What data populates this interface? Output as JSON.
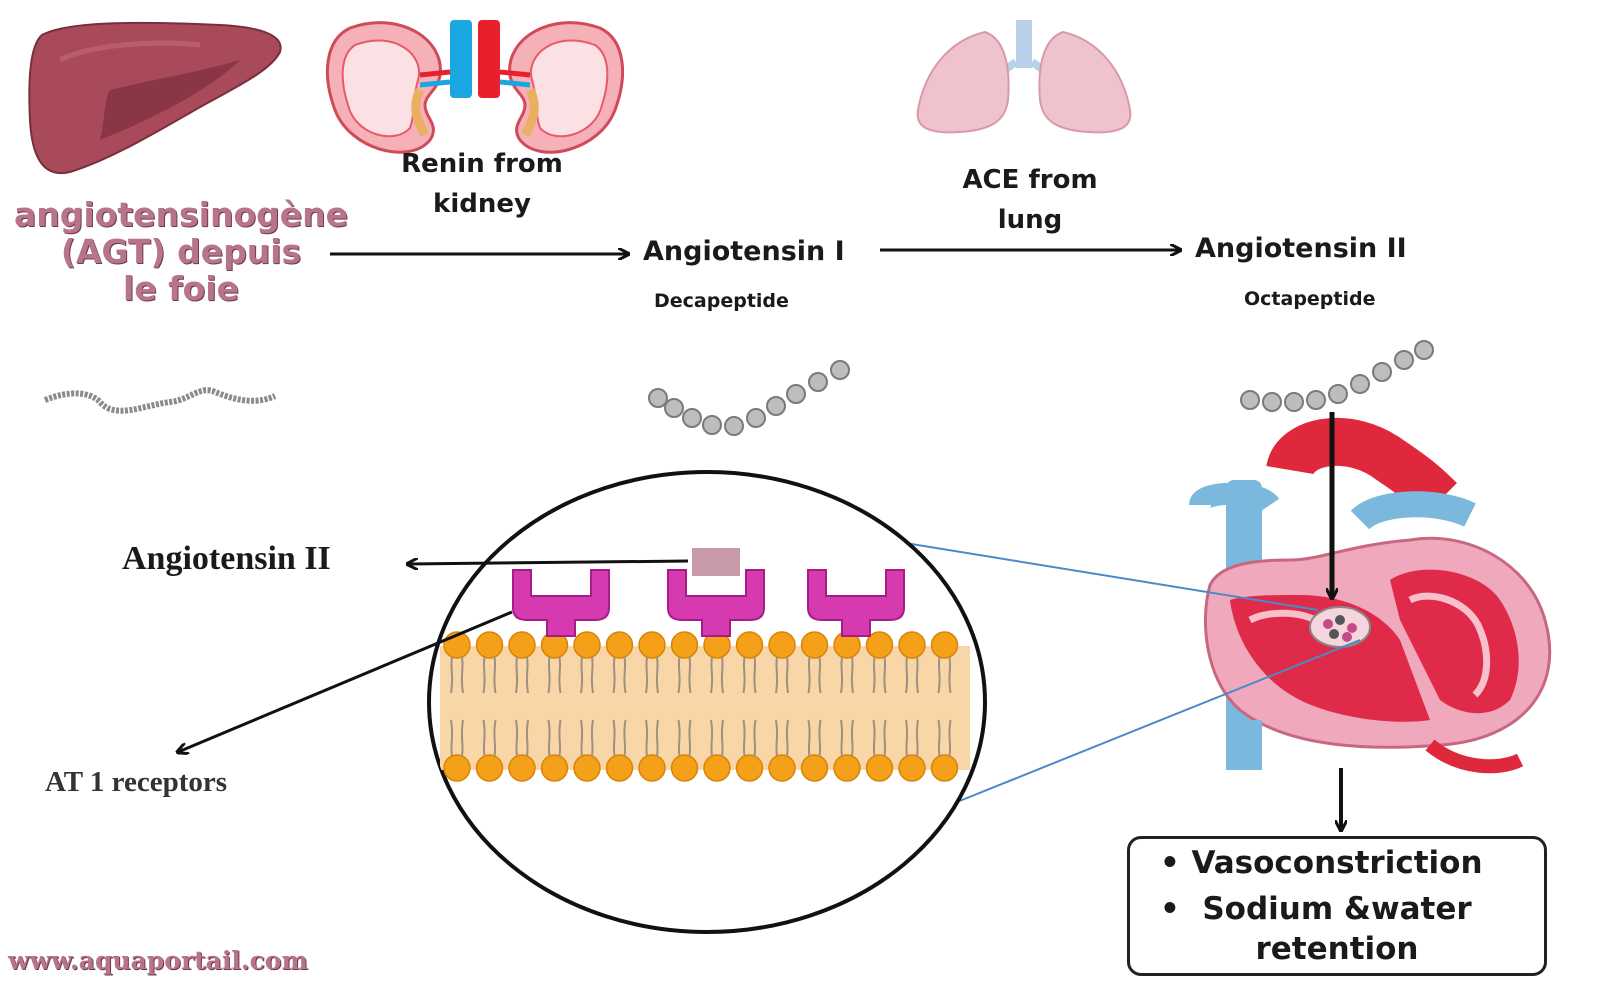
{
  "labels": {
    "renin_line1": "Renin from",
    "renin_line2": "kidney",
    "ace_line1": "ACE from",
    "ace_line2": "lung",
    "agt_line1": "angiotensinogène",
    "agt_line2": "(AGT) depuis",
    "agt_line3": "le foie",
    "ang1": "Angiotensin I",
    "ang1_sub": "Decapeptide",
    "ang2": "Angiotensin II",
    "ang2_sub": "Octapeptide",
    "ang2_receptor": "Angiotensin II",
    "at1": "AT 1 receptors"
  },
  "effects": {
    "bullet": "•",
    "item1": "Vasoconstriction",
    "item2_line1": "Sodium &water",
    "item2_line2": "retention"
  },
  "watermark": "www.aquaportail.com",
  "colors": {
    "liver": "#a84a5a",
    "lung": "#efc3cd",
    "kidney": "#e85a6a",
    "heart_red": "#e0283c",
    "vessel_blue": "#7ab8de",
    "receptor": "#d63ab0",
    "lipid_head": "#f4a018",
    "lipid_body": "#f8d6a8",
    "ligand": "#c89aa8",
    "peptide": "#8a8a8a",
    "zoom_line": "#4a8ac8"
  }
}
